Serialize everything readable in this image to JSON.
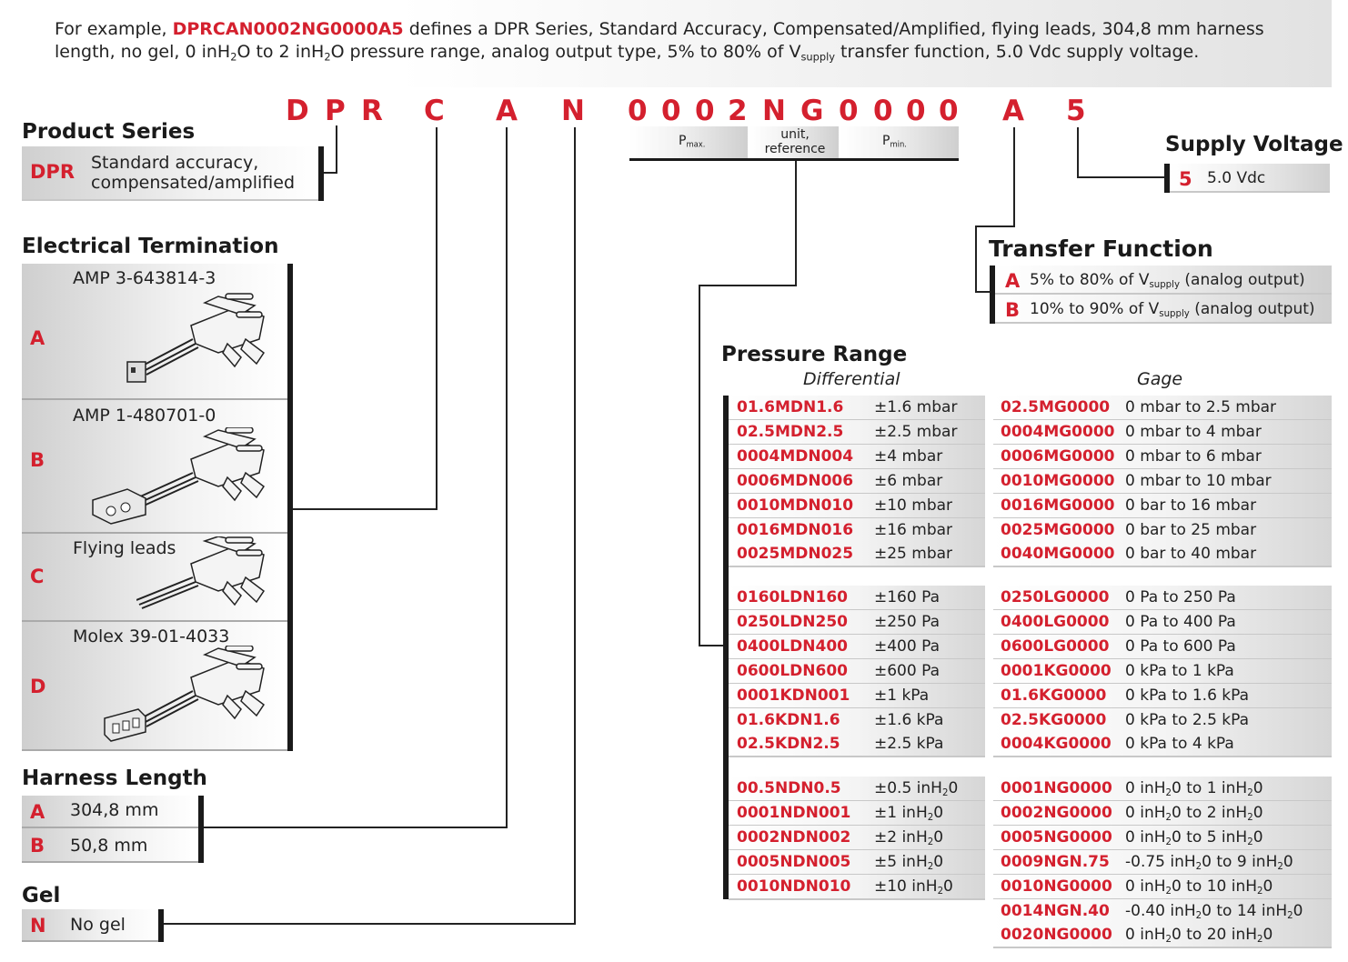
{
  "intro": {
    "prefix": "For example, ",
    "example_code": "DPRCAN0002NG0000A5",
    "text1": " defines a DPR Series, Standard Accuracy, Compensated/Amplified, flying leads, 304,8 mm harness length, no gel, 0 inH",
    "text2": "O to 2 inH",
    "text3": "O pressure range, analog output type, 5% to 80% of V",
    "text4": " transfer function, 5.0 Vdc supply voltage.",
    "sub_2": "2",
    "sub_supply": "supply"
  },
  "code_letters": [
    "D",
    "P",
    "R",
    "C",
    "A",
    "N",
    "0",
    "0",
    "0",
    "2",
    "N",
    "G",
    "0",
    "0",
    "0",
    "0",
    "A",
    "5"
  ],
  "code_header": {
    "pmax": "P",
    "pmax_sub": "max.",
    "unit": "unit,",
    "reference": "reference",
    "pmin": "P",
    "pmin_sub": "min."
  },
  "product_series": {
    "title": "Product Series",
    "code": "DPR",
    "line1": "Standard accuracy,",
    "line2": "compensated/amplified"
  },
  "electrical_termination": {
    "title": "Electrical Termination",
    "items": [
      {
        "code": "A",
        "label": "AMP 3-643814-3"
      },
      {
        "code": "B",
        "label": "AMP 1-480701-0"
      },
      {
        "code": "C",
        "label": "Flying leads"
      },
      {
        "code": "D",
        "label": "Molex 39-01-4033"
      }
    ]
  },
  "harness_length": {
    "title": "Harness Length",
    "items": [
      {
        "code": "A",
        "label": "304,8 mm"
      },
      {
        "code": "B",
        "label": "50,8 mm"
      }
    ]
  },
  "gel": {
    "title": "Gel",
    "code": "N",
    "label": "No gel"
  },
  "supply_voltage": {
    "title": "Supply Voltage",
    "code": "5",
    "label": "5.0 Vdc"
  },
  "transfer_function": {
    "title": "Transfer Function",
    "items": [
      {
        "code": "A",
        "pre": "5% to 80% of V",
        "sub": "supply",
        "post": " (analog output)"
      },
      {
        "code": "B",
        "pre": "10% to 90% of V",
        "sub": "supply",
        "post": " (analog output)"
      }
    ]
  },
  "pressure_range": {
    "title": "Pressure Range",
    "differential_label": "Differential",
    "gage_label": "Gage",
    "differential": [
      [
        {
          "code": "01.6MDN1.6",
          "range": "±1.6 mbar"
        },
        {
          "code": "02.5MDN2.5",
          "range": "±2.5 mbar"
        },
        {
          "code": "0004MDN004",
          "range": "±4 mbar"
        },
        {
          "code": "0006MDN006",
          "range": "±6 mbar"
        },
        {
          "code": "0010MDN010",
          "range": "±10 mbar"
        },
        {
          "code": "0016MDN016",
          "range": "±16 mbar"
        },
        {
          "code": "0025MDN025",
          "range": "±25 mbar"
        }
      ],
      [
        {
          "code": "0160LDN160",
          "range": "±160 Pa"
        },
        {
          "code": "0250LDN250",
          "range": "±250 Pa"
        },
        {
          "code": "0400LDN400",
          "range": "±400 Pa"
        },
        {
          "code": "0600LDN600",
          "range": "±600 Pa"
        },
        {
          "code": "0001KDN001",
          "range": "±1 kPa"
        },
        {
          "code": "01.6KDN1.6",
          "range": "±1.6 kPa"
        },
        {
          "code": "02.5KDN2.5",
          "range": "±2.5 kPa"
        }
      ],
      [
        {
          "code": "00.5NDN0.5",
          "range": "±0.5 inH",
          "sub": "2",
          "post": "0"
        },
        {
          "code": "0001NDN001",
          "range": "±1 inH",
          "sub": "2",
          "post": "0"
        },
        {
          "code": "0002NDN002",
          "range": "±2 inH",
          "sub": "2",
          "post": "0"
        },
        {
          "code": "0005NDN005",
          "range": "±5 inH",
          "sub": "2",
          "post": "0"
        },
        {
          "code": "0010NDN010",
          "range": "±10 inH",
          "sub": "2",
          "post": "0"
        }
      ]
    ],
    "gage": [
      [
        {
          "code": "02.5MG0000",
          "range": "0 mbar to 2.5 mbar"
        },
        {
          "code": "0004MG0000",
          "range": "0 mbar to 4 mbar"
        },
        {
          "code": "0006MG0000",
          "range": "0 mbar to 6 mbar"
        },
        {
          "code": "0010MG0000",
          "range": "0 mbar to 10 mbar"
        },
        {
          "code": "0016MG0000",
          "range": "0 bar to 16 mbar"
        },
        {
          "code": "0025MG0000",
          "range": "0 bar to 25 mbar"
        },
        {
          "code": "0040MG0000",
          "range": "0 bar to 40 mbar"
        }
      ],
      [
        {
          "code": "0250LG0000",
          "range": "0 Pa to 250 Pa"
        },
        {
          "code": "0400LG0000",
          "range": "0 Pa to 400 Pa"
        },
        {
          "code": "0600LG0000",
          "range": "0 Pa to 600 Pa"
        },
        {
          "code": "0001KG0000",
          "range": "0 kPa to 1 kPa"
        },
        {
          "code": "01.6KG0000",
          "range": "0 kPa to 1.6 kPa"
        },
        {
          "code": "02.5KG0000",
          "range": "0 kPa to 2.5 kPa"
        },
        {
          "code": "0004KG0000",
          "range": "0 kPa to 4 kPa"
        }
      ],
      [
        {
          "code": "0001NG0000",
          "a": "0 inH",
          "b": "0 to 1 inH",
          "c": "0"
        },
        {
          "code": "0002NG0000",
          "a": "0 inH",
          "b": "0 to 2 inH",
          "c": "0"
        },
        {
          "code": "0005NG0000",
          "a": "0 inH",
          "b": "0 to 5 inH",
          "c": "0"
        },
        {
          "code": "0009NGN.75",
          "a": "-0.75 inH",
          "b": "0 to 9 inH",
          "c": "0"
        },
        {
          "code": "0010NG0000",
          "a": "0 inH",
          "b": "0 to 10 inH",
          "c": "0"
        },
        {
          "code": "0014NGN.40",
          "a": "-0.40 inH",
          "b": "0 to 14 inH",
          "c": "0"
        },
        {
          "code": "0020NG0000",
          "a": "0 inH",
          "b": "0 to 20 inH",
          "c": "0"
        }
      ]
    ]
  }
}
